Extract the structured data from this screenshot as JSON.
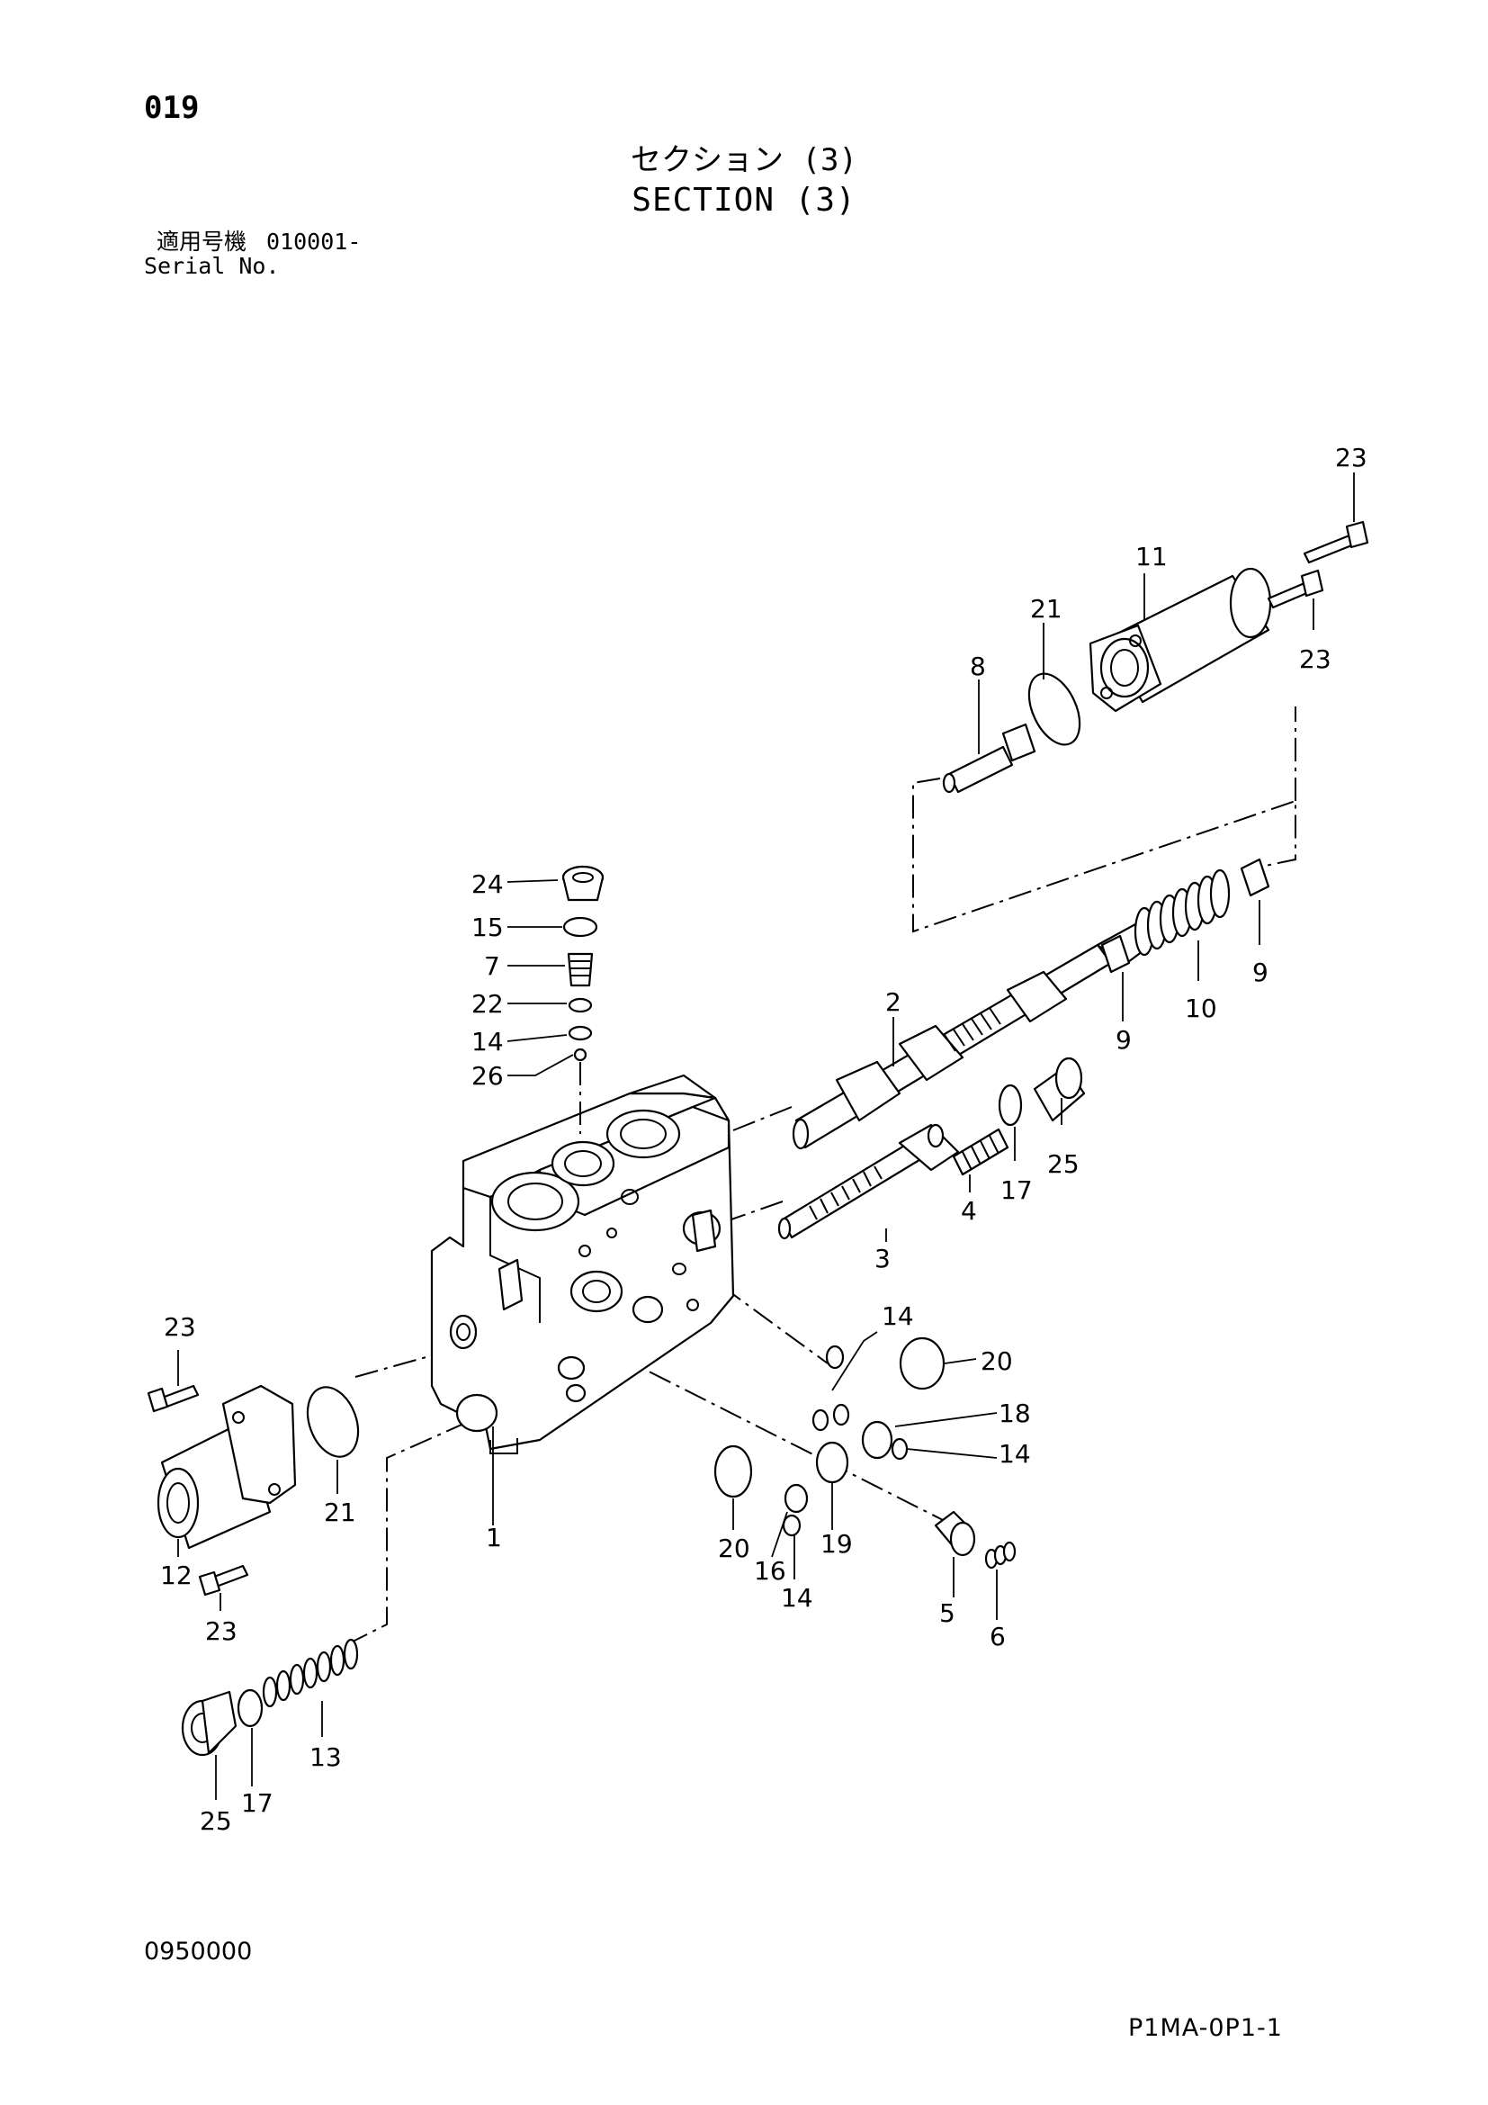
{
  "page": {
    "number": "019",
    "code": "0950000",
    "ref": "P1MA-0P1-1"
  },
  "title": {
    "jp": "セクション (3)",
    "en": "SECTION (3)"
  },
  "serial": {
    "label_jp": "適用号機",
    "label_en": "Serial No.",
    "value": "010001-"
  },
  "callouts": [
    "23",
    "11",
    "21",
    "23",
    "8",
    "24",
    "15",
    "7",
    "22",
    "14",
    "26",
    "2",
    "9",
    "10",
    "9",
    "17",
    "25",
    "4",
    "3",
    "23",
    "14",
    "20",
    "18",
    "14",
    "21",
    "12",
    "1",
    "20",
    "19",
    "16",
    "14",
    "5",
    "6",
    "23",
    "13",
    "17",
    "25"
  ]
}
